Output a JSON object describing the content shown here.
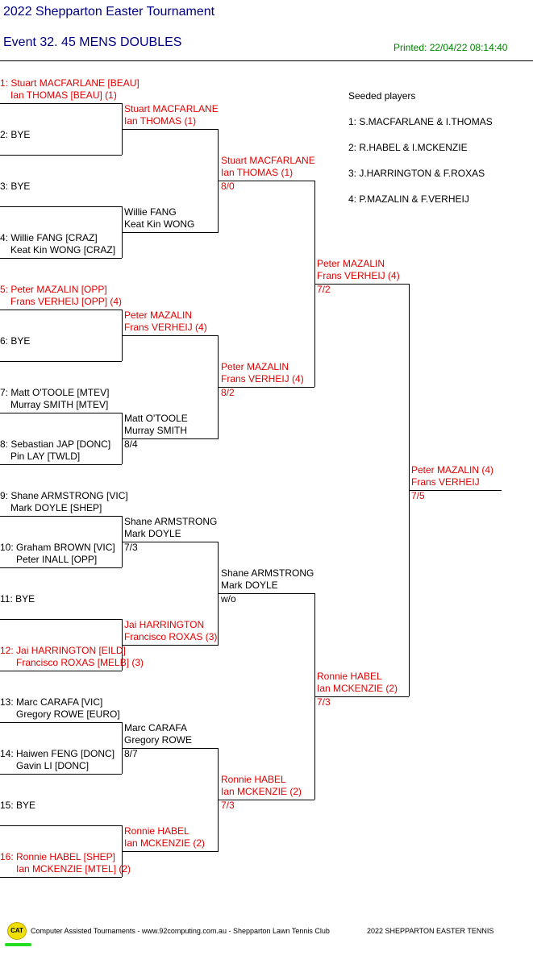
{
  "header": {
    "title": "2022 Shepparton Easter Tournament",
    "event": "Event 32. 45 MENS  DOUBLES",
    "printed": "Printed: 22/04/22 08:14:40"
  },
  "seeded": {
    "heading": "Seeded players",
    "items": [
      "1: S.MACFARLANE & I.THOMAS",
      "2: R.HABEL & I.MCKENZIE",
      "3: J.HARRINGTON & F.ROXAS",
      "4: P.MAZALIN & F.VERHEIJ"
    ]
  },
  "round1": [
    {
      "l1": "1: Stuart MACFARLANE [BEAU]",
      "l2": "Ian THOMAS [BEAU] (1)",
      "red": true
    },
    {
      "l1": "2: BYE",
      "l2": "",
      "red": false
    },
    {
      "l1": "3: BYE",
      "l2": "",
      "red": false
    },
    {
      "l1": "4: Willie FANG [CRAZ]",
      "l2": "Keat Kin WONG [CRAZ]",
      "red": false
    },
    {
      "l1": "5: Peter MAZALIN [OPP]",
      "l2": "Frans VERHEIJ [OPP] (4)",
      "red": true
    },
    {
      "l1": "6: BYE",
      "l2": "",
      "red": false
    },
    {
      "l1": "7: Matt O'TOOLE [MTEV]",
      "l2": "Murray SMITH [MTEV]",
      "red": false
    },
    {
      "l1": "8: Sebastian JAP [DONC]",
      "l2": "Pin LAY [TWLD]",
      "red": false
    },
    {
      "l1": "9: Shane ARMSTRONG [VIC]",
      "l2": "Mark DOYLE [SHEP]",
      "red": false
    },
    {
      "l1": "10: Graham BROWN [VIC]",
      "l2": "Peter INALL [OPP]",
      "red": false
    },
    {
      "l1": "11: BYE",
      "l2": "",
      "red": false
    },
    {
      "l1": "12: Jai HARRINGTON [EILD]",
      "l2": "Francisco ROXAS [MELB] (3)",
      "red": true
    },
    {
      "l1": "13: Marc CARAFA [VIC]",
      "l2": "Gregory ROWE [EURO]",
      "red": false
    },
    {
      "l1": "14: Haiwen FENG [DONC]",
      "l2": "Gavin LI [DONC]",
      "red": false
    },
    {
      "l1": "15: BYE",
      "l2": "",
      "red": false
    },
    {
      "l1": "16: Ronnie HABEL [SHEP]",
      "l2": "Ian MCKENZIE [MTEL] (2)",
      "red": true
    }
  ],
  "round2": [
    {
      "l1": "Stuart MACFARLANE",
      "l2": "Ian THOMAS (1)",
      "score": "",
      "red": true
    },
    {
      "l1": "Willie FANG",
      "l2": "Keat Kin WONG",
      "score": "",
      "red": false
    },
    {
      "l1": "Peter MAZALIN",
      "l2": "Frans VERHEIJ (4)",
      "score": "",
      "red": true
    },
    {
      "l1": "Matt O'TOOLE",
      "l2": "Murray SMITH",
      "score": "8/4",
      "red": false
    },
    {
      "l1": "Shane ARMSTRONG",
      "l2": "Mark DOYLE",
      "score": "7/3",
      "red": false
    },
    {
      "l1": "Jai HARRINGTON",
      "l2": "Francisco ROXAS (3)",
      "score": "",
      "red": true
    },
    {
      "l1": "Marc CARAFA",
      "l2": "Gregory ROWE",
      "score": "8/7",
      "red": false
    },
    {
      "l1": "Ronnie HABEL",
      "l2": "Ian MCKENZIE (2)",
      "score": "",
      "red": true
    }
  ],
  "round3": [
    {
      "l1": "Stuart MACFARLANE",
      "l2": "Ian THOMAS (1)",
      "score": "8/0",
      "red": true
    },
    {
      "l1": "Peter MAZALIN",
      "l2": "Frans VERHEIJ (4)",
      "score": "8/2",
      "red": true
    },
    {
      "l1": "Shane ARMSTRONG",
      "l2": "Mark DOYLE",
      "score": "w/o",
      "red": false
    },
    {
      "l1": "Ronnie HABEL",
      "l2": "Ian MCKENZIE (2)",
      "score": "7/3",
      "red": true
    }
  ],
  "round4": [
    {
      "l1": "Peter MAZALIN",
      "l2": "Frans VERHEIJ (4)",
      "score": "7/2",
      "red": true
    },
    {
      "l1": "Ronnie HABEL",
      "l2": "Ian MCKENZIE (2)",
      "score": "7/3",
      "red": true
    }
  ],
  "final": {
    "l1": "Peter MAZALIN (4)",
    "l2": "Frans VERHEIJ",
    "score": "7/5",
    "red": true
  },
  "footer": {
    "logo": "CAT",
    "text": "Computer Assisted Tournaments - www.92computing.com.au -  Shepparton Lawn Tennis Club",
    "right": "2022 SHEPPARTON EASTER TENNIS"
  }
}
